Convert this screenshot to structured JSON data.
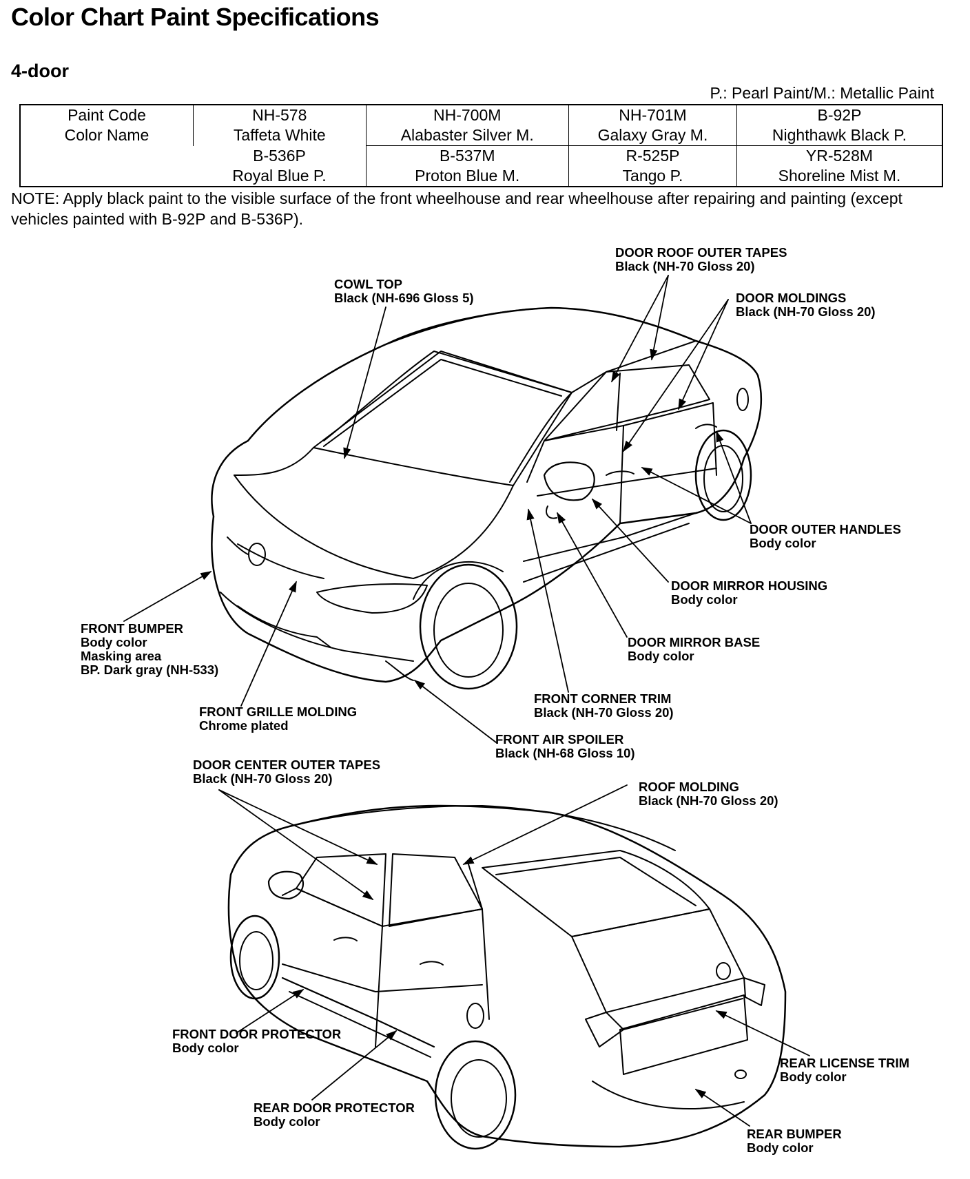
{
  "title": "Color Chart Paint Specifications",
  "subtitle": "4-door",
  "legend": "P.: Pearl Paint/M.: Metallic Paint",
  "table": {
    "header_code": "Paint Code",
    "header_name": "Color Name",
    "rows": [
      {
        "codes": [
          "NH-578",
          "NH-700M",
          "NH-701M",
          "B-92P"
        ],
        "names": [
          "Taffeta White",
          "Alabaster Silver M.",
          "Galaxy Gray M.",
          "Nighthawk Black P."
        ]
      },
      {
        "codes": [
          "B-536P",
          "B-537M",
          "R-525P",
          "YR-528M"
        ],
        "names": [
          "Royal Blue P.",
          "Proton Blue M.",
          "Tango P.",
          "Shoreline Mist M."
        ]
      }
    ]
  },
  "note": "NOTE: Apply black paint to the visible surface of the front wheelhouse and rear wheelhouse after repairing and painting (except vehicles painted with B-92P and B-536P).",
  "callouts": {
    "door_roof_outer_tapes": [
      "DOOR ROOF OUTER TAPES",
      "Black (NH-70 Gloss 20)"
    ],
    "cowl_top": [
      "COWL TOP",
      "Black (NH-696 Gloss 5)"
    ],
    "door_moldings": [
      "DOOR MOLDINGS",
      "Black (NH-70 Gloss 20)"
    ],
    "door_outer_handles": [
      "DOOR OUTER HANDLES",
      "Body color"
    ],
    "door_mirror_housing": [
      "DOOR MIRROR HOUSING",
      "Body color"
    ],
    "front_bumper": [
      "FRONT BUMPER",
      "Body color",
      "Masking area",
      "BP. Dark gray (NH-533)"
    ],
    "door_mirror_base": [
      "DOOR MIRROR BASE",
      "Body color"
    ],
    "front_corner_trim": [
      "FRONT CORNER TRIM",
      "Black (NH-70 Gloss 20)"
    ],
    "front_grille_molding": [
      "FRONT GRILLE MOLDING",
      "Chrome plated"
    ],
    "front_air_spoiler": [
      "FRONT AIR SPOILER",
      "Black (NH-68 Gloss 10)"
    ],
    "door_center_outer_tapes": [
      "DOOR CENTER OUTER TAPES",
      "Black (NH-70 Gloss 20)"
    ],
    "roof_molding": [
      "ROOF MOLDING",
      "Black (NH-70 Gloss 20)"
    ],
    "front_door_protector": [
      "FRONT DOOR PROTECTOR",
      "Body color"
    ],
    "rear_license_trim": [
      "REAR LICENSE TRIM",
      "Body color"
    ],
    "rear_door_protector": [
      "REAR DOOR PROTECTOR",
      "Body color"
    ],
    "rear_bumper": [
      "REAR BUMPER",
      "Body color"
    ]
  },
  "colors": {
    "ink": "#000000",
    "paper": "#ffffff"
  }
}
